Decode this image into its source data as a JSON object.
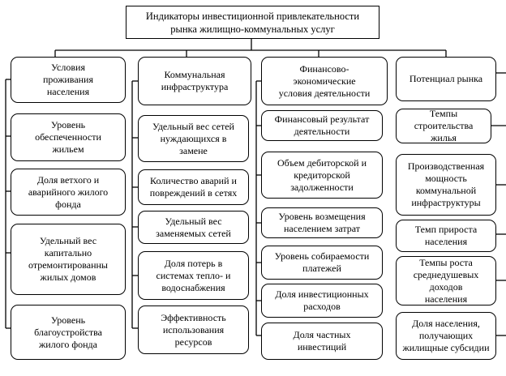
{
  "title": "Индикаторы инвестиционной привлекательности\nрынка жилищно-коммунальных услуг",
  "columns": [
    {
      "header": "Условия\nпроживания\nнаселения",
      "items": [
        "Уровень\nобеспеченности\nжильем",
        "Доля ветхого и\nаварийного жилого\nфонда",
        "Удельный вес\nкапитально\nотремонтированны\nжилых домов",
        "Уровень\nблагоустройства\nжилого фонда"
      ]
    },
    {
      "header": "Коммунальная\nинфраструктура",
      "items": [
        "Удельный вес сетей\nнуждающихся в\nзамене",
        "Количество аварий и\nповреждений в сетях",
        "Удельный вес\nзаменяемых сетей",
        "Доля потерь в\nсистемах тепло- и\nводоснабжения",
        "Эффективность\nиспользования\nресурсов"
      ]
    },
    {
      "header": "Финансово-\nэкономические\nусловия деятельности",
      "items": [
        "Финансовый результат\nдеятельности",
        "Объем дебиторской и\nкредиторской\nзадолженности",
        "Уровень возмещения\nнаселением затрат",
        "Уровень собираемости\nплатежей",
        "Доля инвестиционных\nрасходов",
        "Доля частных\nинвестиций"
      ]
    },
    {
      "header": "Потенциал рынка",
      "items": [
        "Темпы строительства\nжилья",
        "Производственная\nмощность\nкоммунальной\nинфраструктуры",
        "Темп прироста\nнаселения",
        "Темпы роста\nсреднедушевых доходов\nнаселения",
        "Доля населения,\nполучающих\nжилищные субсидии"
      ]
    }
  ]
}
